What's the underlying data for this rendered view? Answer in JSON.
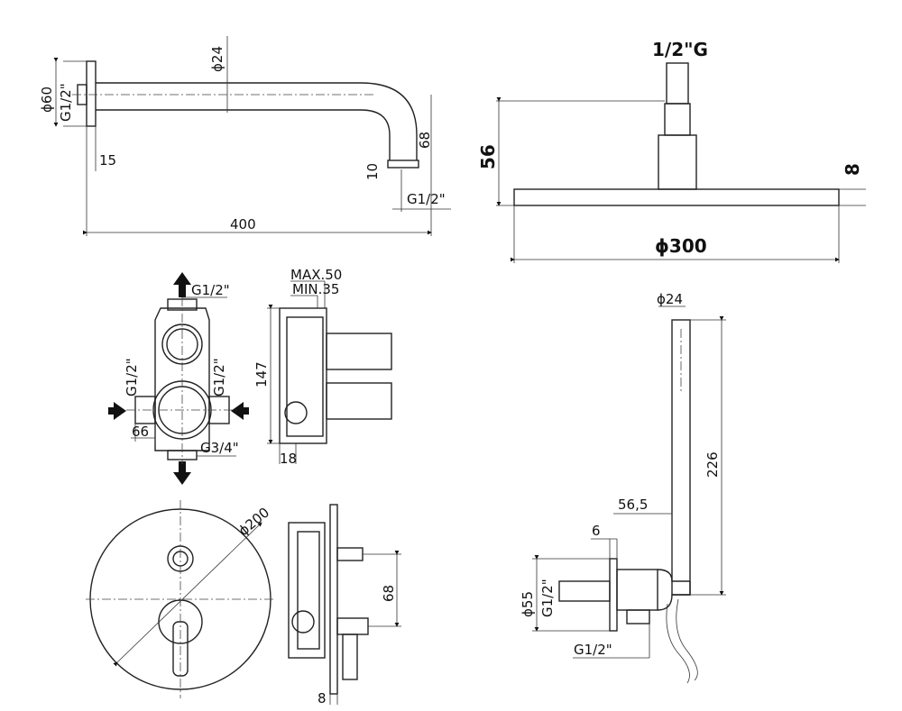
{
  "shower_arm": {
    "dia_arm": "ϕ24",
    "dia_flange": "ϕ60",
    "thread_wall": "G1/2\"",
    "depth": "15",
    "drop": "68",
    "outlet": "10",
    "thread_outlet": "G1/2\"",
    "length": "400"
  },
  "shower_head": {
    "thread": "1/2\"G",
    "height": "56",
    "thickness": "8",
    "diameter": "ϕ300"
  },
  "valve_body": {
    "outlet_top": "G1/2\"",
    "side_left": "G1/2\"",
    "side_right": "G1/2\"",
    "width": "66",
    "inlet": "G3/4\"",
    "max_depth": "MAX.50",
    "min_depth": "MIN.35",
    "height": "147",
    "depth": "18"
  },
  "valve_plate": {
    "diameter": "ϕ200",
    "spacing": "68",
    "thickness": "8"
  },
  "hand_shower": {
    "diameter": "ϕ24",
    "length": "226",
    "projection": "56,5",
    "thickness": "6",
    "dia_outlet": "ϕ55",
    "thread_wall": "G1/2\"",
    "thread_bottom": "G1/2\""
  }
}
